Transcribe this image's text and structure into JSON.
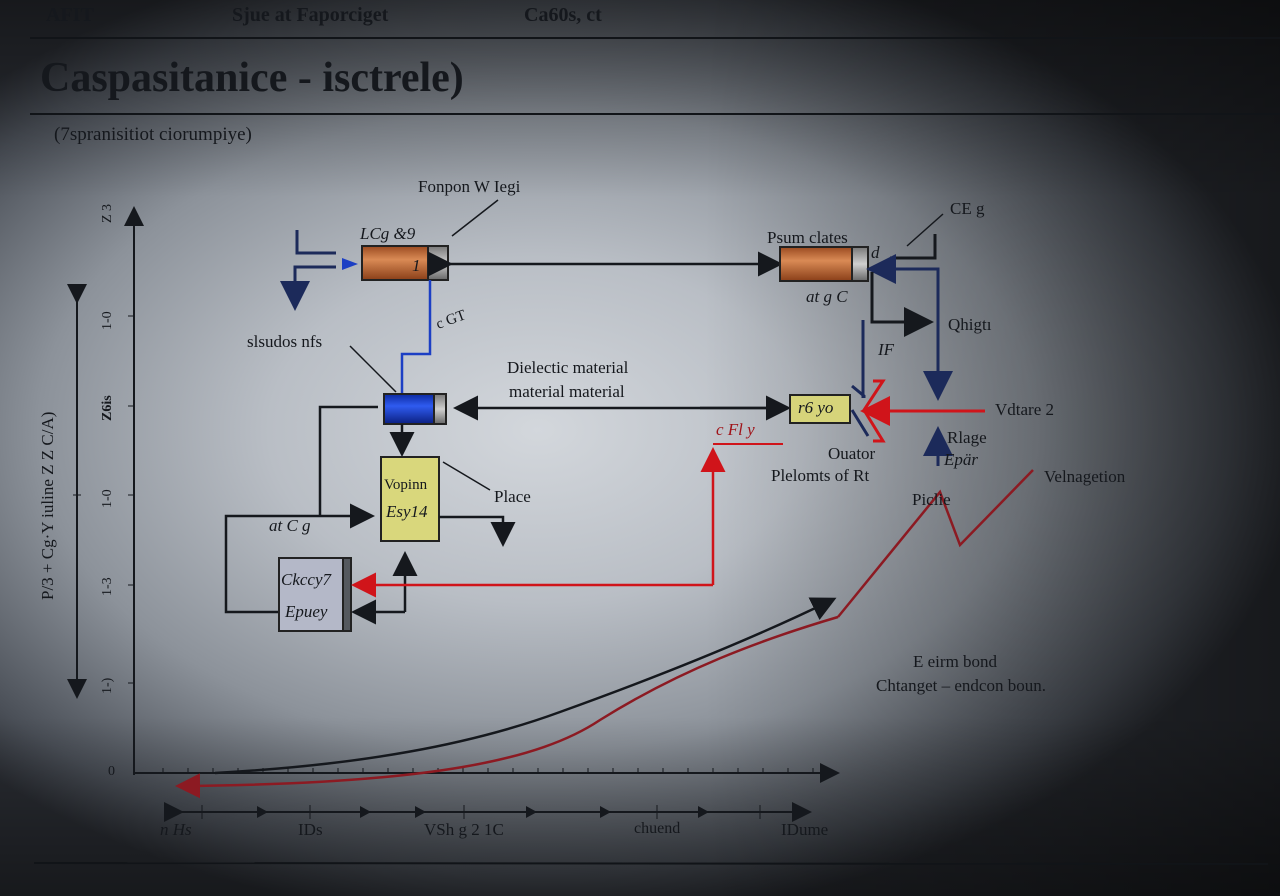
{
  "header": {
    "left": "AFIT",
    "center": "Sjue at Faporciget",
    "right": "Ca60s, ct"
  },
  "title": "Caspasitanice - isctrele)",
  "subtitle": "(7spranisitiot ciorumpiye)",
  "y_axis": {
    "label": "P/3  +  Cg·Y iuline      Z Z    C/A)",
    "ticks": [
      "Z 3",
      "1-0",
      "Z6is",
      "1-0",
      "1-3",
      "1-)",
      "0"
    ]
  },
  "x_axis": {
    "labels": [
      "n Hs",
      "IDs",
      "VSh g 2 1C",
      "chuend",
      "IDume"
    ]
  },
  "components": {
    "capacitor_top_left": {
      "label": "LCg &9",
      "mark": "1",
      "callout": "Fonpon W Iegi"
    },
    "capacitor_top_right": {
      "label": "Psum clates",
      "sublabel": "at g C",
      "mark": "d",
      "callout": "CE g"
    },
    "capacitor_blue": {
      "callout": "slsudos nfs",
      "wire_label": "c GT"
    },
    "dielectric_label_1": "Dielectic material",
    "dielectric_label_2": "material material",
    "box_yellow": {
      "line1": "Vopinn",
      "line2": "Esy14",
      "callout": "Place"
    },
    "box_gray": {
      "line1": "Ckccy7",
      "line2": "Epuey"
    },
    "box_small": {
      "text": "r6 yo"
    },
    "feedback_label": "at C g",
    "red_label": "c Fl y",
    "outator_1": "Ouator",
    "outator_2": "Plelomts of Rt",
    "charge_label": "Qhigtı",
    "if_label": "IF",
    "voltage_label": "Vdtare 2",
    "rlage_1": "Rlage",
    "rlage_2": "Epär",
    "velnagetion": "Velnagetion",
    "piclie": "Piclie",
    "note_1": "E eirm bond",
    "note_2": "Chtanget – endcon boun."
  },
  "colors": {
    "orange_cap": "#b8612e",
    "blue_cap": "#1c3fc4",
    "yellow_box": "#d9d77c",
    "gray_box": "#b4b8c8",
    "red_wire": "#d0141a",
    "dark_red_curve": "#8c1a22",
    "navy_wire": "#1c2a5a"
  }
}
